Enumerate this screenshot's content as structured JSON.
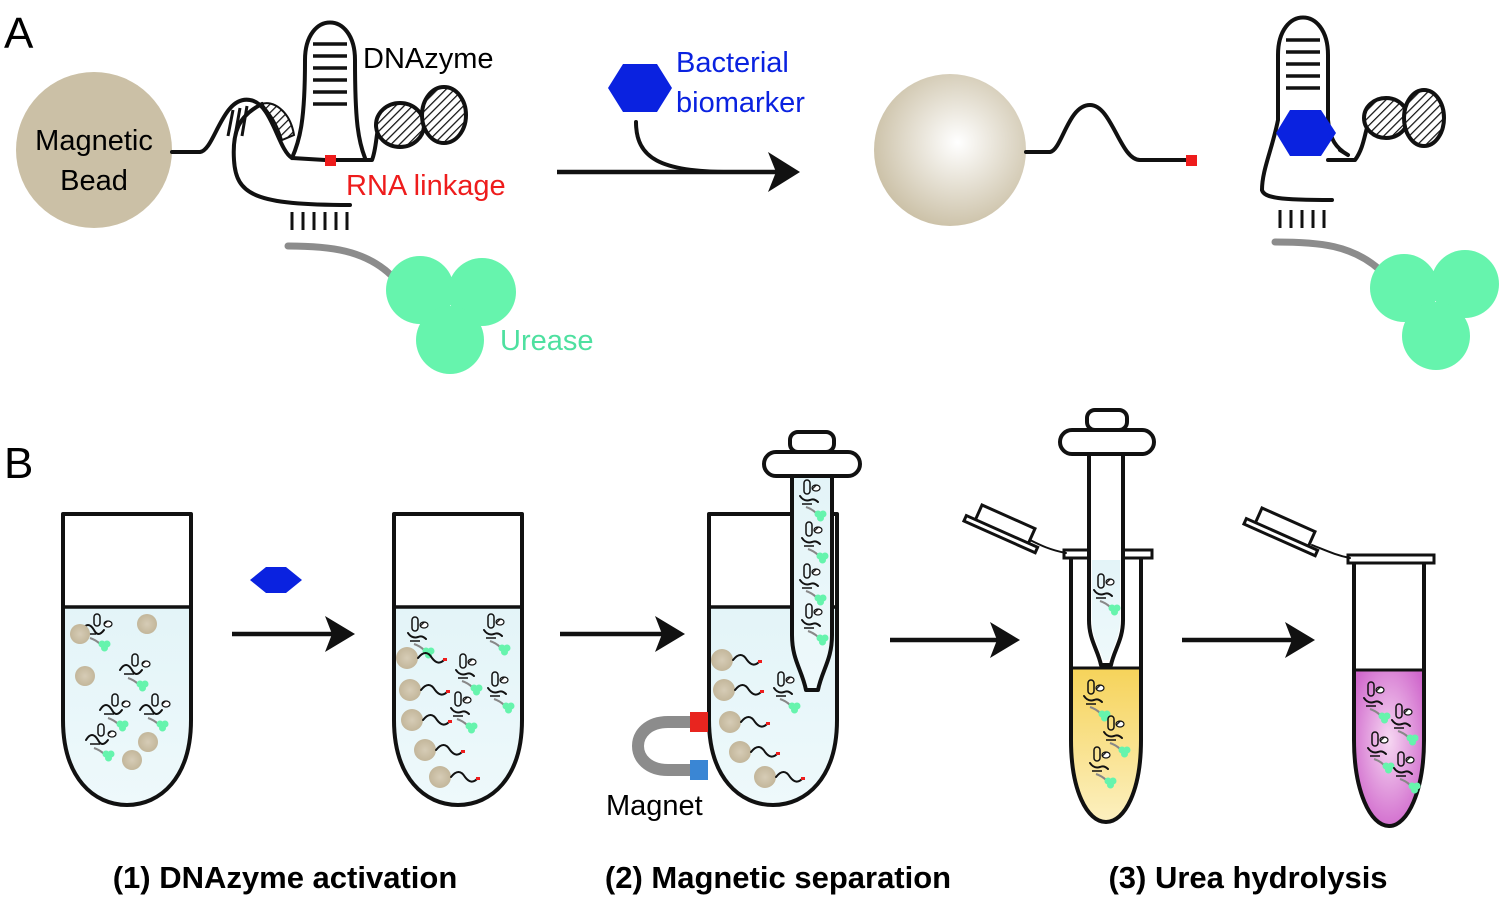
{
  "panel_a": {
    "label": "A",
    "magnetic_bead_line1": "Magnetic",
    "magnetic_bead_line2": "Bead",
    "dnazyme": "DNAzyme",
    "rna_linkage": "RNA linkage",
    "urease": "Urease",
    "biomarker_line1": "Bacterial",
    "biomarker_line2": "biomarker"
  },
  "panel_b": {
    "label": "B",
    "magnet": "Magnet",
    "step1": "(1) DNAzyme activation",
    "step2": "(2) Magnetic separation",
    "step3": "(3) Urea hydrolysis"
  },
  "colors": {
    "bead": "#cbc0a6",
    "urease": "#66f4ad",
    "rna_linkage": "#ee1c1c",
    "biomarker": "#0a22e0",
    "solution": "#ddf2f7",
    "yellow_solution": "#f7dc70",
    "pink_solution": "#d76bd3",
    "magnet_red": "#e8251f",
    "magnet_blue": "#3a86d4"
  }
}
